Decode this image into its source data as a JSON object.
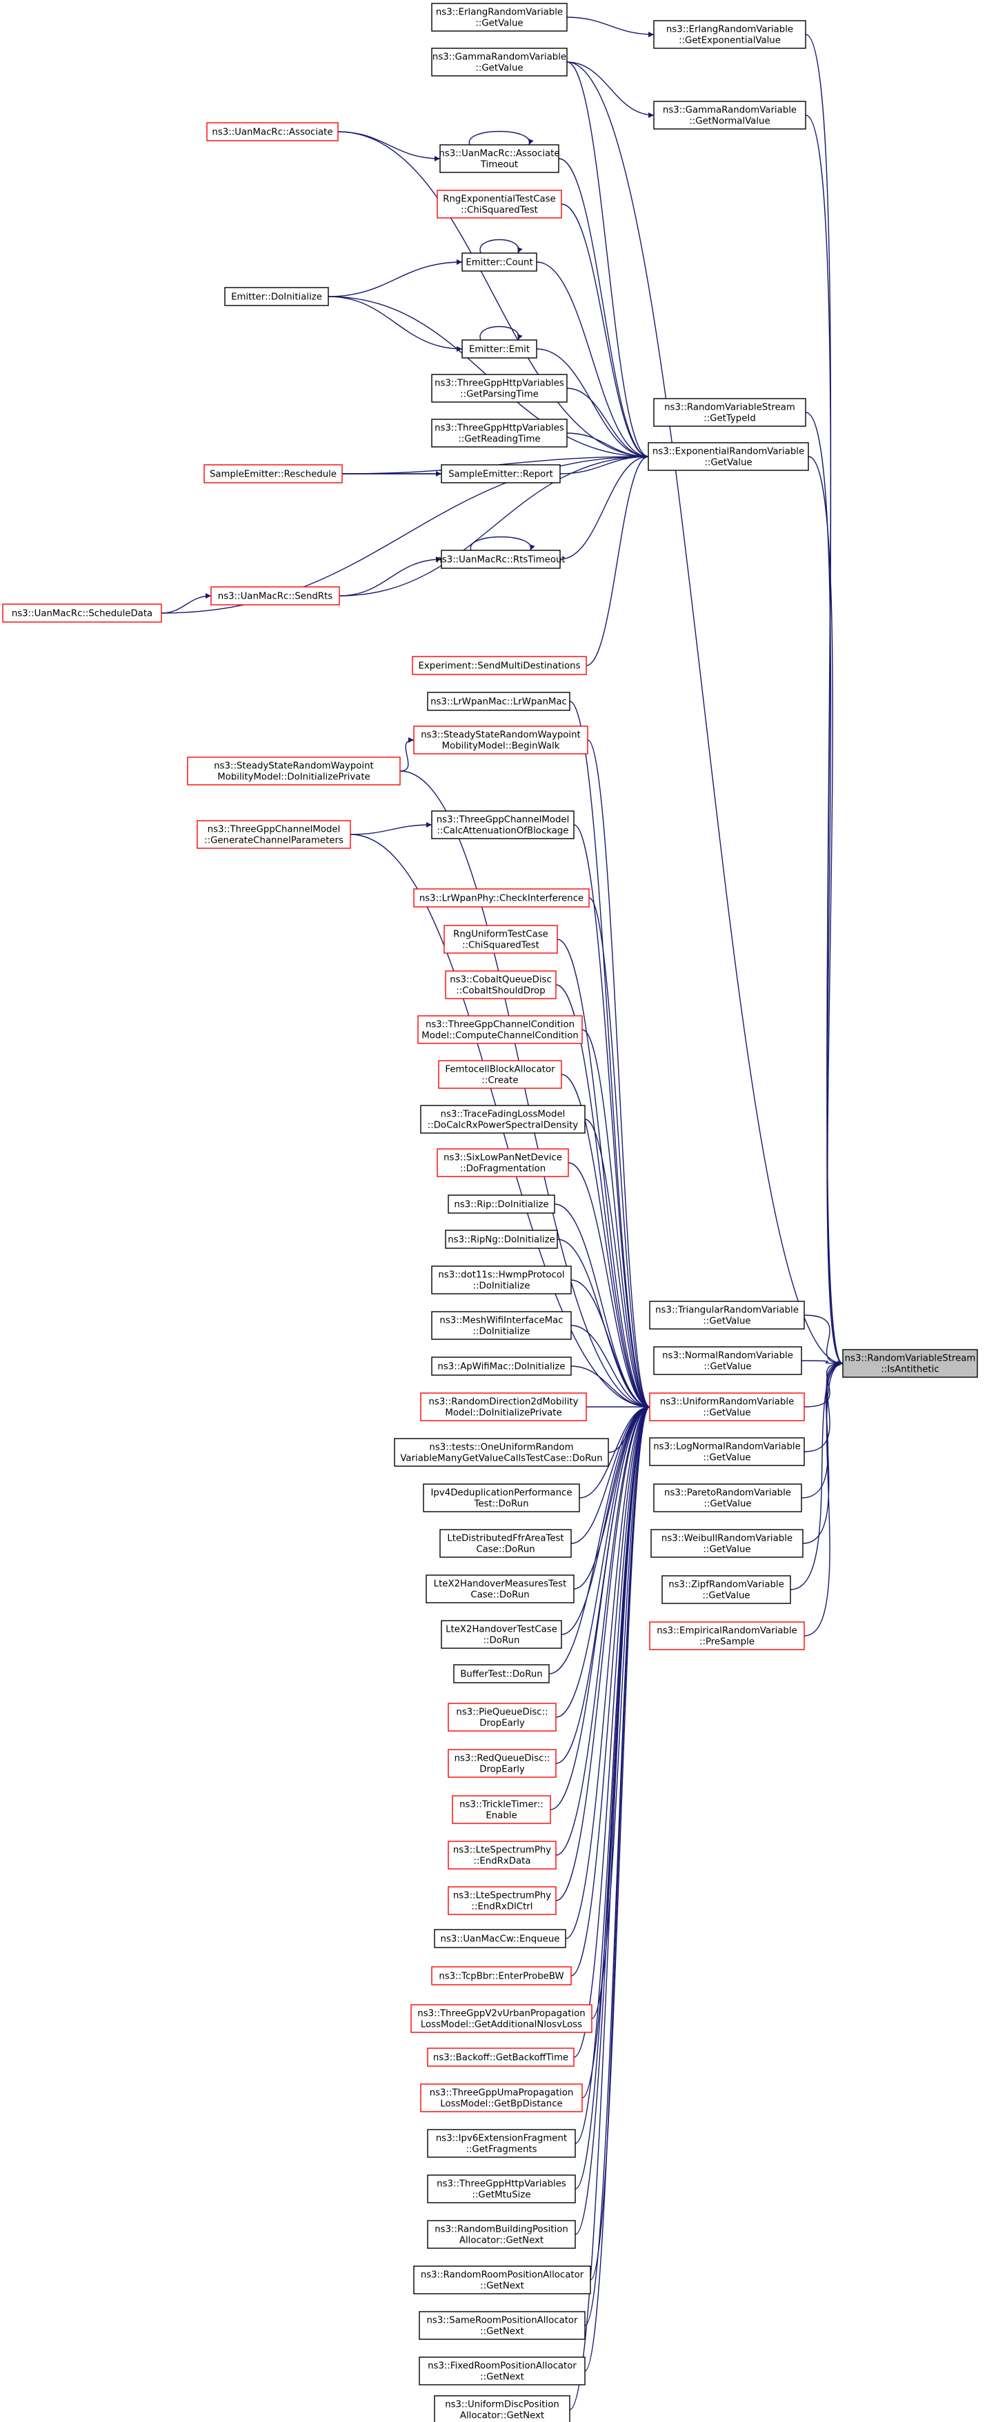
{
  "root": {
    "id": "root",
    "lines": [
      "ns3::RandomVariableStream",
      "::IsAntithetic"
    ]
  },
  "middle_nodes": [
    {
      "id": "erlang_exp",
      "lines": [
        "ns3::ErlangRandomVariable",
        "::GetExponentialValue"
      ]
    },
    {
      "id": "gamma_norm",
      "lines": [
        "ns3::GammaRandomVariable",
        "::GetNormalValue"
      ]
    },
    {
      "id": "rvs_typeid",
      "lines": [
        "ns3::RandomVariableStream",
        "::GetTypeId"
      ]
    },
    {
      "id": "exp_get",
      "lines": [
        "ns3::ExponentialRandomVariable",
        "::GetValue"
      ]
    },
    {
      "id": "tri_get",
      "lines": [
        "ns3::TriangularRandomVariable",
        "::GetValue"
      ]
    },
    {
      "id": "norm_get",
      "lines": [
        "ns3::NormalRandomVariable",
        "::GetValue"
      ]
    },
    {
      "id": "uni_get",
      "lines": [
        "ns3::UniformRandomVariable",
        "::GetValue"
      ],
      "red": true
    },
    {
      "id": "lognorm_get",
      "lines": [
        "ns3::LogNormalRandomVariable",
        "::GetValue"
      ]
    },
    {
      "id": "pareto_get",
      "lines": [
        "ns3::ParetoRandomVariable",
        "::GetValue"
      ]
    },
    {
      "id": "weibull_get",
      "lines": [
        "ns3::WeibullRandomVariable",
        "::GetValue"
      ]
    },
    {
      "id": "zipf_get",
      "lines": [
        "ns3::ZipfRandomVariable",
        "::GetValue"
      ]
    },
    {
      "id": "emp_pre",
      "lines": [
        "ns3::EmpiricalRandomVariable",
        "::PreSample"
      ],
      "red": true
    }
  ],
  "exp_callers": [
    {
      "id": "erlang_get",
      "lines": [
        "ns3::ErlangRandomVariable",
        "::GetValue"
      ]
    },
    {
      "id": "gamma_get",
      "lines": [
        "ns3::GammaRandomVariable",
        "::GetValue"
      ]
    },
    {
      "id": "uan_assoc_to",
      "lines": [
        "ns3::UanMacRc::Associate",
        "Timeout"
      ]
    },
    {
      "id": "rng_exp_test",
      "lines": [
        "RngExponentialTestCase",
        "::ChiSquaredTest"
      ],
      "red": true
    },
    {
      "id": "emitter_count",
      "lines": [
        "Emitter::Count"
      ]
    },
    {
      "id": "emitter_emit",
      "lines": [
        "Emitter::Emit"
      ]
    },
    {
      "id": "http_parse",
      "lines": [
        "ns3::ThreeGppHttpVariables",
        "::GetParsingTime"
      ]
    },
    {
      "id": "http_read",
      "lines": [
        "ns3::ThreeGppHttpVariables",
        "::GetReadingTime"
      ]
    },
    {
      "id": "sample_report",
      "lines": [
        "SampleEmitter::Report"
      ]
    },
    {
      "id": "uan_rts_to",
      "lines": [
        "ns3::UanMacRc::RtsTimeout"
      ]
    },
    {
      "id": "experiment_send",
      "lines": [
        "Experiment::SendMultiDestinations"
      ],
      "red": true
    }
  ],
  "left_nodes": [
    {
      "id": "uan_associate",
      "lines": [
        "ns3::UanMacRc::Associate"
      ],
      "red": true
    },
    {
      "id": "emitter_init",
      "lines": [
        "Emitter::DoInitialize"
      ]
    },
    {
      "id": "sample_resched",
      "lines": [
        "SampleEmitter::Reschedule"
      ],
      "red": true
    },
    {
      "id": "uan_sendrts",
      "lines": [
        "ns3::UanMacRc::SendRts"
      ],
      "red": true
    },
    {
      "id": "uan_schedule",
      "lines": [
        "ns3::UanMacRc::ScheduleData"
      ],
      "red": true
    },
    {
      "id": "ssrwp_init",
      "lines": [
        "ns3::SteadyStateRandomWaypoint",
        "MobilityModel::DoInitializePrivate"
      ],
      "red": true
    },
    {
      "id": "tgpp_genparams",
      "lines": [
        "ns3::ThreeGppChannelModel",
        "::GenerateChannelParameters"
      ],
      "red": true
    }
  ],
  "uni_callers": [
    {
      "id": "lrwpan_mac",
      "lines": [
        "ns3::LrWpanMac::LrWpanMac"
      ]
    },
    {
      "id": "ssrwp_begin",
      "lines": [
        "ns3::SteadyStateRandomWaypoint",
        "MobilityModel::BeginWalk"
      ],
      "red": true
    },
    {
      "id": "tgpp_calcatt",
      "lines": [
        "ns3::ThreeGppChannelModel",
        "::CalcAttenuationOfBlockage"
      ]
    },
    {
      "id": "lrwpan_phy",
      "lines": [
        "ns3::LrWpanPhy::CheckInterference"
      ],
      "red": true
    },
    {
      "id": "rng_uni_test",
      "lines": [
        "RngUniformTestCase",
        "::ChiSquaredTest"
      ],
      "red": true
    },
    {
      "id": "cobalt",
      "lines": [
        "ns3::CobaltQueueDisc",
        "::CobaltShouldDrop"
      ],
      "red": true
    },
    {
      "id": "tgpp_cond",
      "lines": [
        "ns3::ThreeGppChannelCondition",
        "Model::ComputeChannelCondition"
      ],
      "red": true
    },
    {
      "id": "femto",
      "lines": [
        "FemtocellBlockAllocator",
        "::Create"
      ],
      "red": true
    },
    {
      "id": "tracefading",
      "lines": [
        "ns3::TraceFadingLossModel",
        "::DoCalcRxPowerSpectralDensity"
      ]
    },
    {
      "id": "sixlowpan",
      "lines": [
        "ns3::SixLowPanNetDevice",
        "::DoFragmentation"
      ],
      "red": true
    },
    {
      "id": "rip_init",
      "lines": [
        "ns3::Rip::DoInitialize"
      ]
    },
    {
      "id": "ripng_init",
      "lines": [
        "ns3::RipNg::DoInitialize"
      ]
    },
    {
      "id": "hwmp_init",
      "lines": [
        "ns3::dot11s::HwmpProtocol",
        "::DoInitialize"
      ]
    },
    {
      "id": "meshwifi_init",
      "lines": [
        "ns3::MeshWifiInterfaceMac",
        "::DoInitialize"
      ]
    },
    {
      "id": "apwifi_init",
      "lines": [
        "ns3::ApWifiMac::DoInitialize"
      ]
    },
    {
      "id": "rd2d_init",
      "lines": [
        "ns3::RandomDirection2dMobility",
        "Model::DoInitializePrivate"
      ],
      "red": true
    },
    {
      "id": "one_uniform",
      "lines": [
        "ns3::tests::OneUniformRandom",
        "VariableManyGetValueCallsTestCase::DoRun"
      ]
    },
    {
      "id": "ipv4dedup",
      "lines": [
        "Ipv4DeduplicationPerformance",
        "Test::DoRun"
      ]
    },
    {
      "id": "lte_ffr",
      "lines": [
        "LteDistributedFfrAreaTest",
        "Case::DoRun"
      ]
    },
    {
      "id": "ltex2_meas",
      "lines": [
        "LteX2HandoverMeasuresTest",
        "Case::DoRun"
      ]
    },
    {
      "id": "ltex2",
      "lines": [
        "LteX2HandoverTestCase",
        "::DoRun"
      ]
    },
    {
      "id": "buffertest",
      "lines": [
        "BufferTest::DoRun"
      ]
    },
    {
      "id": "pie",
      "lines": [
        "ns3::PieQueueDisc::",
        "DropEarly"
      ],
      "red": true
    },
    {
      "id": "red",
      "lines": [
        "ns3::RedQueueDisc::",
        "DropEarly"
      ],
      "red": true
    },
    {
      "id": "trickle",
      "lines": [
        "ns3::TrickleTimer::",
        "Enable"
      ],
      "red": true
    },
    {
      "id": "lte_rxdata",
      "lines": [
        "ns3::LteSpectrumPhy",
        "::EndRxData"
      ],
      "red": true
    },
    {
      "id": "lte_rxdl",
      "lines": [
        "ns3::LteSpectrumPhy",
        "::EndRxDlCtrl"
      ],
      "red": true
    },
    {
      "id": "uancw",
      "lines": [
        "ns3::UanMacCw::Enqueue"
      ]
    },
    {
      "id": "tcpbbr",
      "lines": [
        "ns3::TcpBbr::EnterProbeBW"
      ],
      "red": true
    },
    {
      "id": "tgpp_v2v",
      "lines": [
        "ns3::ThreeGppV2vUrbanPropagation",
        "LossModel::GetAdditionalNlosvLoss"
      ],
      "red": true
    },
    {
      "id": "backoff",
      "lines": [
        "ns3::Backoff::GetBackoffTime"
      ],
      "red": true
    },
    {
      "id": "tgpp_uma",
      "lines": [
        "ns3::ThreeGppUmaPropagation",
        "LossModel::GetBpDistance"
      ],
      "red": true
    },
    {
      "id": "ipv6frag",
      "lines": [
        "ns3::Ipv6ExtensionFragment",
        "::GetFragments"
      ]
    },
    {
      "id": "http_mtu",
      "lines": [
        "ns3::ThreeGppHttpVariables",
        "::GetMtuSize"
      ]
    },
    {
      "id": "rbpos",
      "lines": [
        "ns3::RandomBuildingPosition",
        "Allocator::GetNext"
      ]
    },
    {
      "id": "rrpos",
      "lines": [
        "ns3::RandomRoomPositionAllocator",
        "::GetNext"
      ]
    },
    {
      "id": "srpos",
      "lines": [
        "ns3::SameRoomPositionAllocator",
        "::GetNext"
      ]
    },
    {
      "id": "frpos",
      "lines": [
        "ns3::FixedRoomPositionAllocator",
        "::GetNext"
      ]
    },
    {
      "id": "udpos",
      "lines": [
        "ns3::UniformDiscPosition",
        "Allocator::GetNext"
      ]
    }
  ],
  "colors": {
    "edge": "#191970",
    "red_border": "#ff0000",
    "black_border": "#000000",
    "root_fill": "#bfbfbf"
  }
}
